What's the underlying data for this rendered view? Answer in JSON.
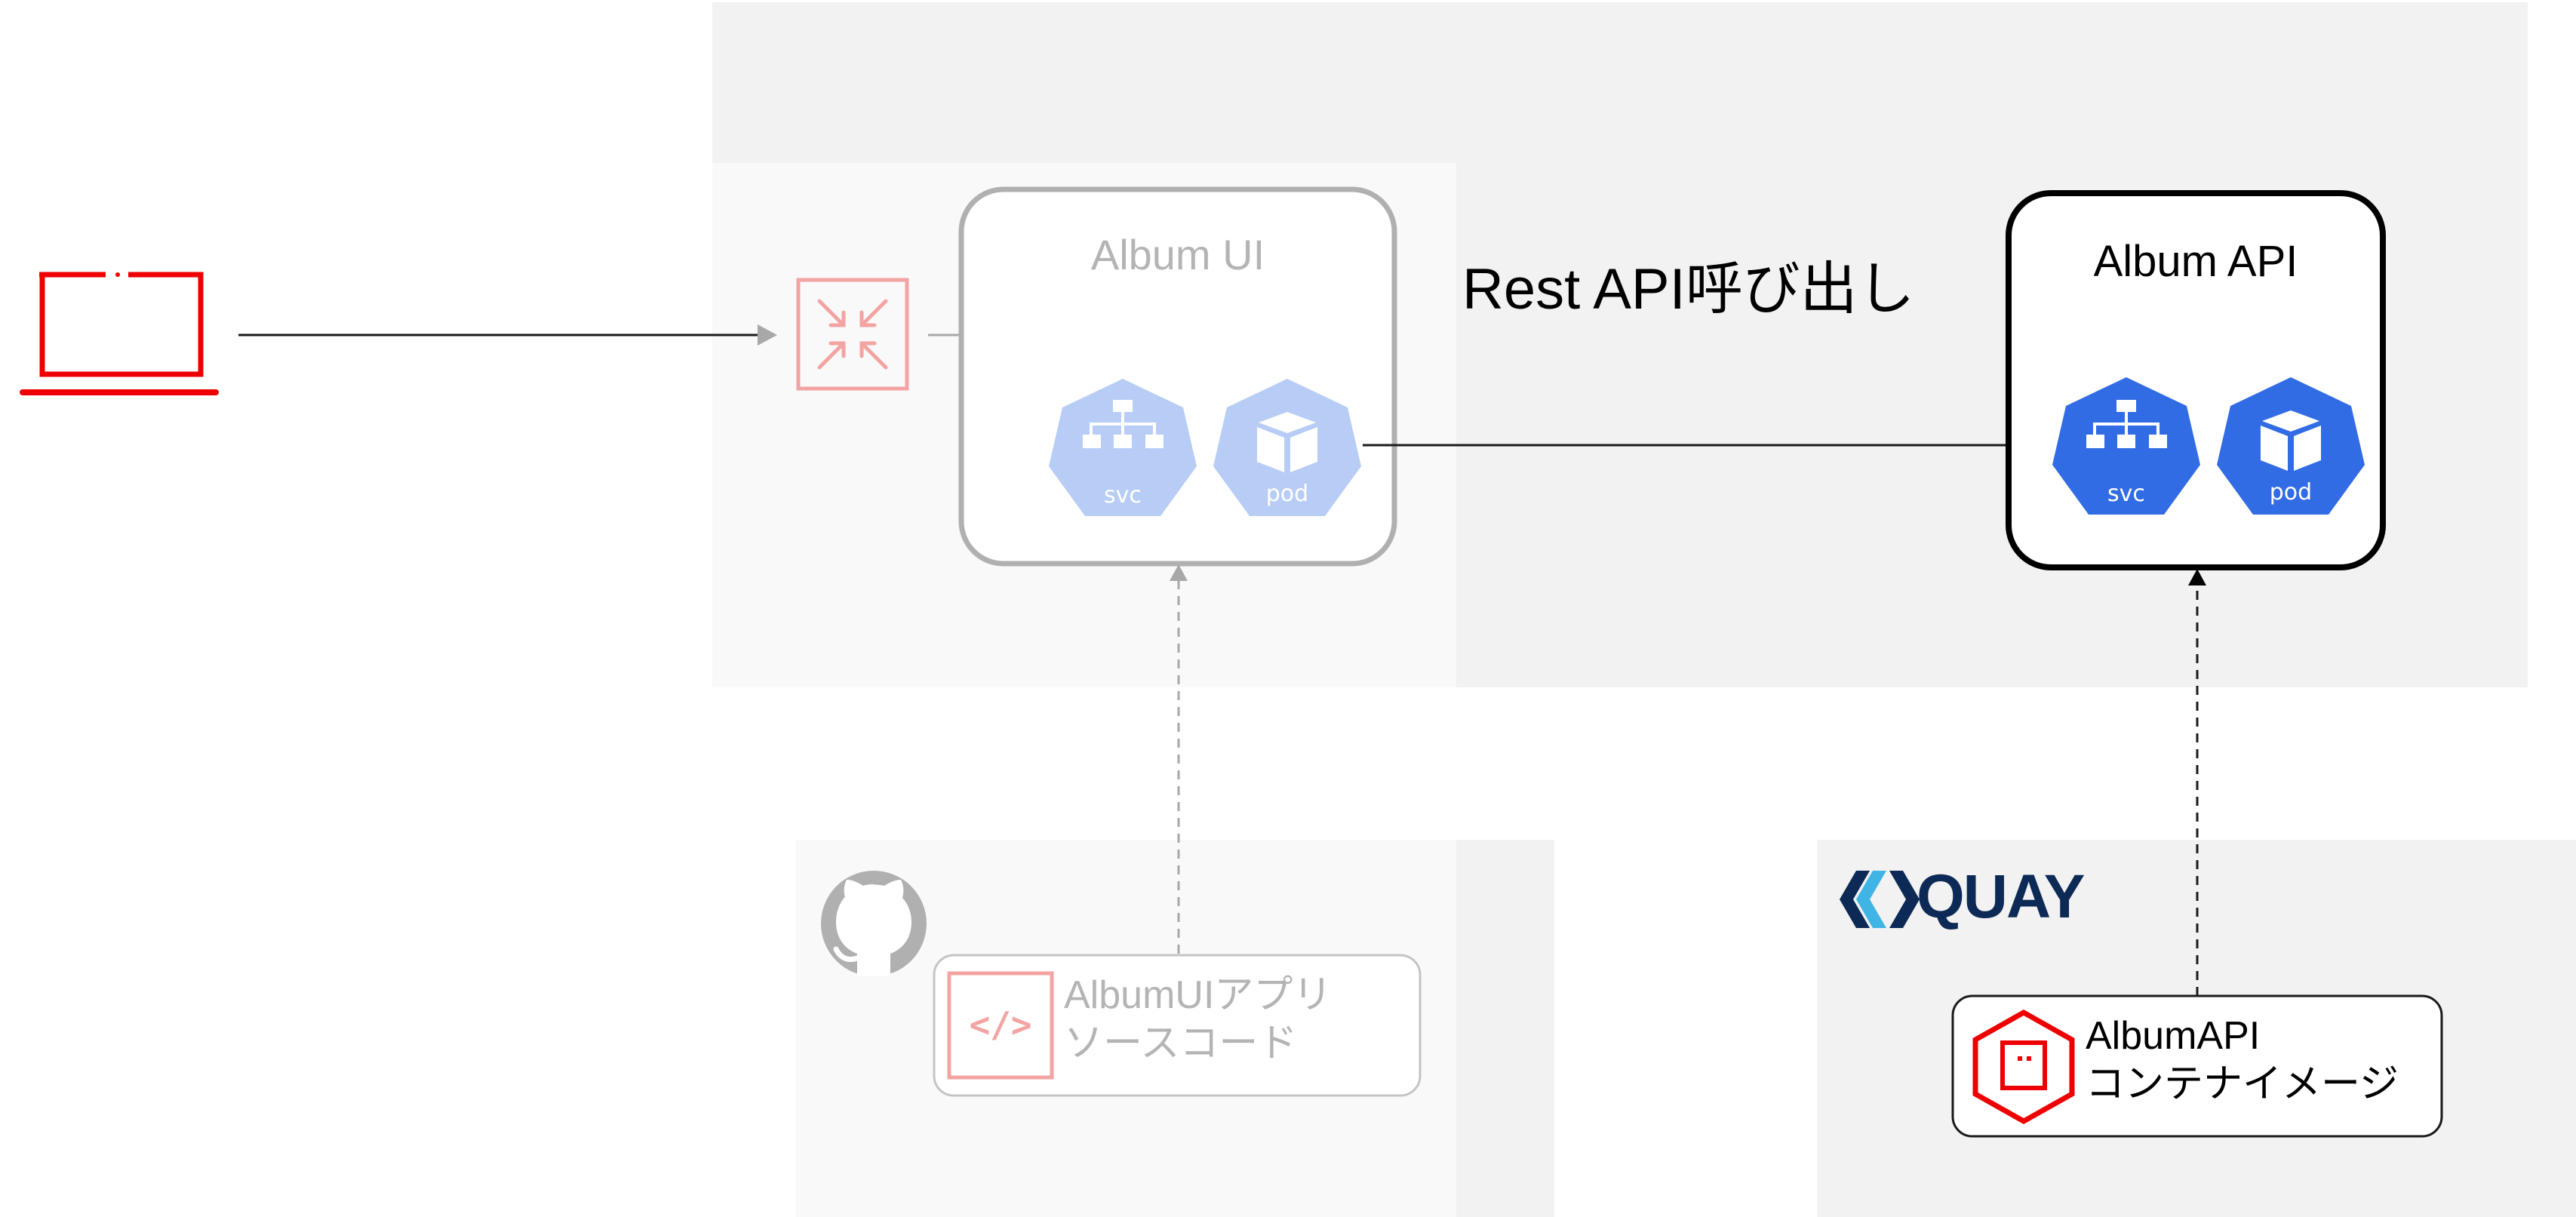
{
  "nodes": {
    "album_ui": {
      "title": "Album UI",
      "svc_label": "svc",
      "pod_label": "pod"
    },
    "album_api": {
      "title": "Album API",
      "svc_label": "svc",
      "pod_label": "pod"
    },
    "rest_call": {
      "label": "Rest API呼び出し"
    },
    "source": {
      "line1": "AlbumUIアプリ",
      "line2": "ソースコード"
    },
    "image": {
      "line1": "AlbumAPI",
      "line2": "コンテナイメージ"
    },
    "quay": {
      "logo_text": "QUAY"
    }
  },
  "icons": {
    "client": "laptop-icon",
    "route": "route-arrows-icon",
    "github": "github-icon",
    "code": "code-icon",
    "quay": "quay-logo-icon",
    "container_image": "container-image-icon"
  },
  "colors": {
    "red": "#ee0000",
    "k8s_blue": "#326ce5",
    "k8s_blue_faded": "#b8cdf5",
    "quay_dark": "#0c2a55",
    "quay_light": "#40b4e5"
  }
}
